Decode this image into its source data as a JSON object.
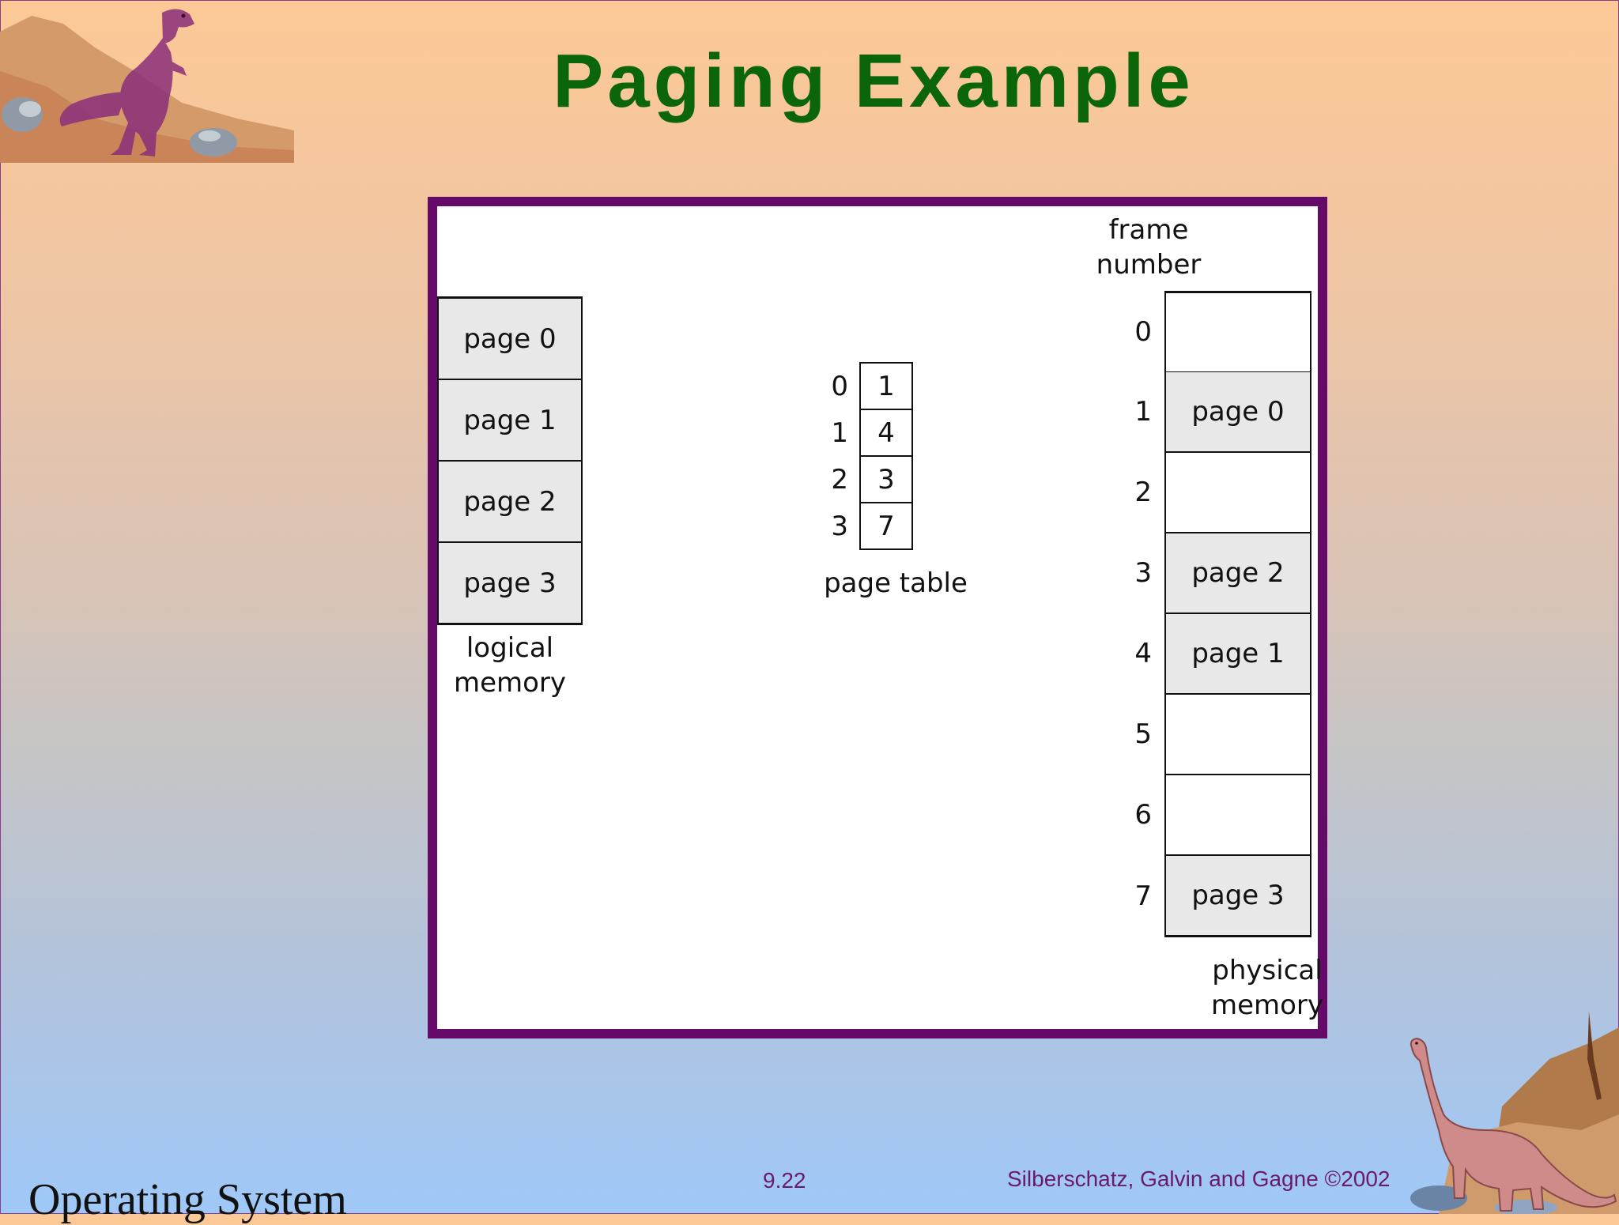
{
  "slide": {
    "title": "Paging Example",
    "footer_left": "Operating System",
    "footer_page": "9.22",
    "footer_credit": "Silberschatz, Galvin and  Gagne ©2002"
  },
  "diagram": {
    "logical_memory": {
      "label_line1": "logical",
      "label_line2": "memory",
      "pages": [
        "page 0",
        "page 1",
        "page 2",
        "page 3"
      ]
    },
    "page_table": {
      "label": "page table",
      "rows": [
        {
          "index": "0",
          "frame": "1"
        },
        {
          "index": "1",
          "frame": "4"
        },
        {
          "index": "2",
          "frame": "3"
        },
        {
          "index": "3",
          "frame": "7"
        }
      ]
    },
    "physical_memory": {
      "header_line1": "frame",
      "header_line2": "number",
      "label_line1": "physical",
      "label_line2": "memory",
      "frames": [
        {
          "number": "0",
          "content": ""
        },
        {
          "number": "1",
          "content": "page 0"
        },
        {
          "number": "2",
          "content": ""
        },
        {
          "number": "3",
          "content": "page 2"
        },
        {
          "number": "4",
          "content": "page 1"
        },
        {
          "number": "5",
          "content": ""
        },
        {
          "number": "6",
          "content": ""
        },
        {
          "number": "7",
          "content": "page 3"
        }
      ]
    }
  },
  "colors": {
    "title": "#0b660b",
    "frame_border": "#660a6a",
    "footer_text": "#6a1a6a",
    "cell_fill": "#e8e8e8"
  },
  "decorations": [
    "dinosaur-trex-icon",
    "dinosaur-brontosaurus-icon"
  ]
}
